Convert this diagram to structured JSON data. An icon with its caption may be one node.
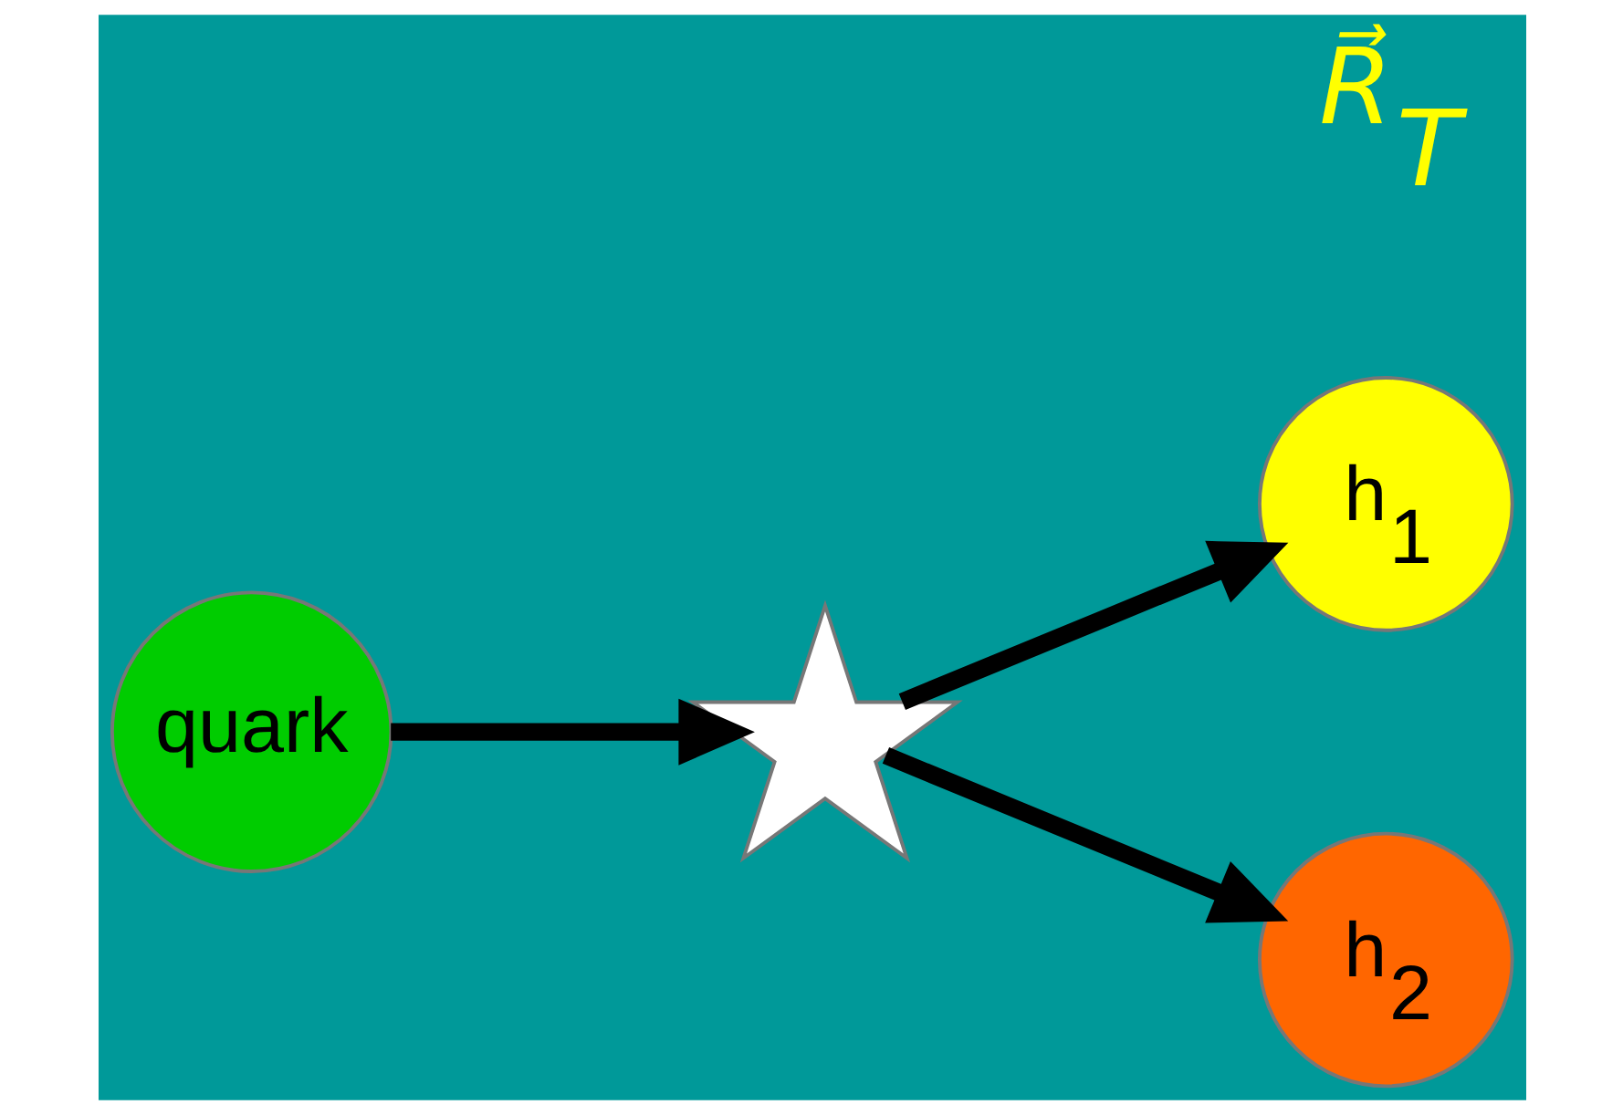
{
  "diagram": {
    "nodes": [
      {
        "text": [
          "quark"
        ]
      },
      {
        "text": [],
        "shape": "star"
      },
      {
        "text": [
          "h$_{1}$"
        ]
      },
      {
        "text": [
          "h$_{2}$"
        ]
      }
    ],
    "edges": [
      {
        "from": 0,
        "to": 1,
        "arrow": "to"
      },
      {
        "from": 1,
        "to": 2,
        "arrow": "to"
      },
      {
        "from": 1,
        "to": 3,
        "arrow": "to"
      }
    ],
    "labels": [
      "R⃗$_{T}$"
    ]
  }
}
